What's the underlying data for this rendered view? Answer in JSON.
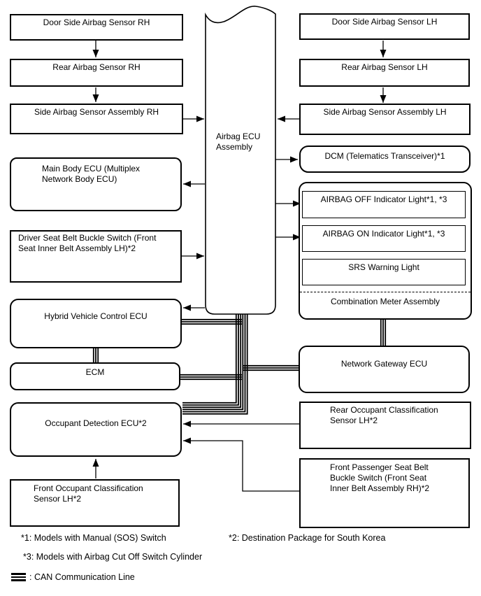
{
  "colors": {
    "ink": "#000000",
    "background": "#ffffff"
  },
  "boxes": {
    "airbag_ecu": [
      "Airbag ECU",
      "Assembly"
    ],
    "door_rh": "Door Side Airbag Sensor RH",
    "rear_rh": "Rear Airbag Sensor RH",
    "side_rh": "Side Airbag Sensor Assembly RH",
    "main_body_ecu": [
      "Main Body ECU (Multiplex",
      "Network Body ECU)"
    ],
    "driver_buckle": [
      "Driver Seat Belt Buckle Switch (Front",
      "Seat Inner Belt Assembly LH)*2"
    ],
    "hybrid_ecu": "Hybrid Vehicle Control ECU",
    "ecm": "ECM",
    "occupant_ecu": "Occupant Detection ECU*2",
    "front_occ_sensor": [
      "Front Occupant Classification",
      "Sensor LH*2"
    ],
    "door_lh": "Door Side Airbag Sensor LH",
    "rear_lh": "Rear Airbag Sensor LH",
    "side_lh": "Side Airbag Sensor Assembly LH",
    "dcm": "DCM (Telematics Transceiver)*1",
    "airbag_off_light": "AIRBAG OFF Indicator Light*1, *3",
    "airbag_on_light": "AIRBAG ON Indicator Light*1, *3",
    "srs_light": "SRS Warning Light",
    "combination_meter": "Combination Meter Assembly",
    "network_gateway": "Network Gateway ECU",
    "rear_occ_sensor": [
      "Rear Occupant Classification",
      "Sensor LH*2"
    ],
    "front_pass_buckle": [
      "Front Passenger Seat Belt",
      "Buckle Switch (Front Seat",
      "Inner Belt Assembly RH)*2"
    ]
  },
  "footnotes": {
    "note1": "*1: Models with Manual (SOS) Switch",
    "note2": "*2: Destination Package for South Korea",
    "note3": "*3: Models with Airbag Cut Off Switch Cylinder"
  },
  "legend": {
    "can_line": ": CAN Communication Line"
  }
}
